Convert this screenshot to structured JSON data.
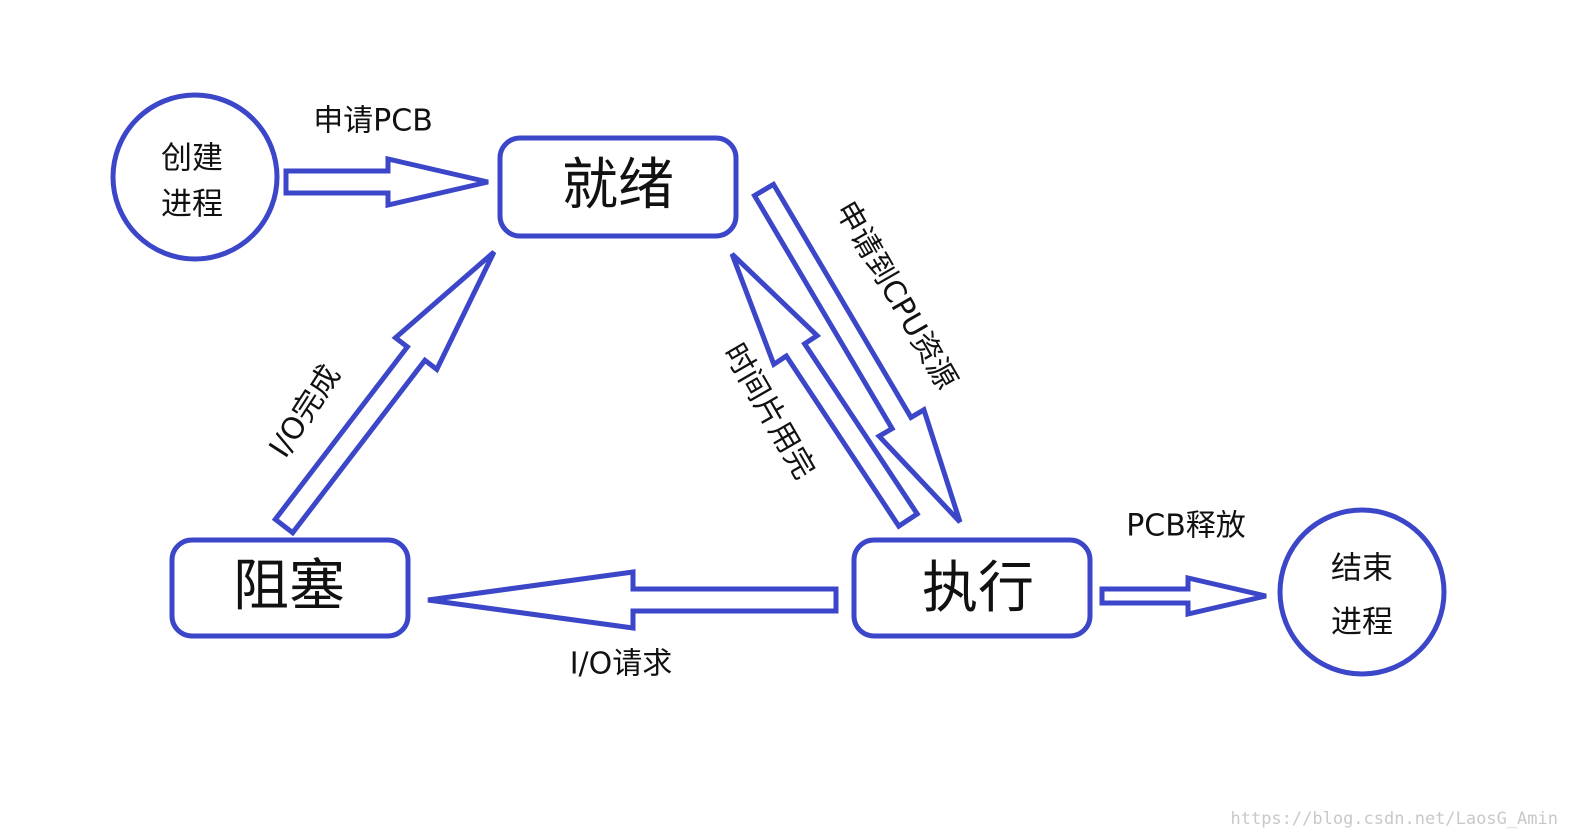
{
  "colors": {
    "stroke": "#3c46c8",
    "text": "#111111",
    "watermark": "#c8c8c8"
  },
  "nodes": {
    "create": {
      "line1": "创建",
      "line2": "进程"
    },
    "ready": {
      "label": "就绪"
    },
    "blocked": {
      "label": "阻塞"
    },
    "running": {
      "label": "执行"
    },
    "terminate": {
      "line1": "结束",
      "line2": "进程"
    }
  },
  "edges": {
    "create_to_ready": "申请PCB",
    "ready_to_running": "申请到CPU资源",
    "running_to_ready": "时间片用完",
    "blocked_to_ready": "I/O完成",
    "running_to_blocked": "I/O请求",
    "running_to_terminate": "PCB释放"
  },
  "watermark": "https://blog.csdn.net/LaosG_Amin"
}
